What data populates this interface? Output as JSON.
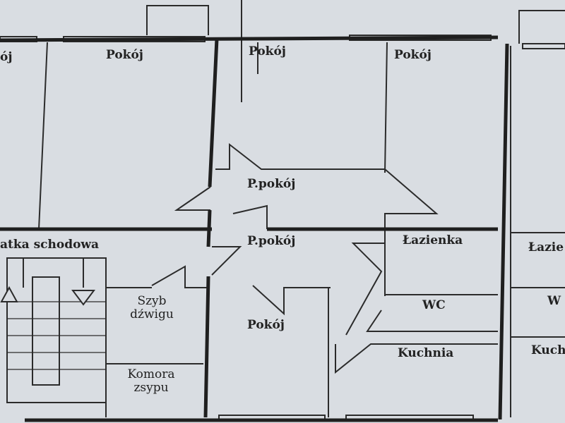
{
  "floor_plan": {
    "paper_color": "#d9dde2",
    "line_color": "#2b2b2b",
    "labels": {
      "pokoj_left_cut": "ój",
      "pokoj_1": "Pokój",
      "pokoj_2": "Pokój",
      "pokoj_3": "Pokój",
      "ppokoj_upper": "P.pokój",
      "klatka": "atka schodowa",
      "ppokoj_lower": "P.pokój",
      "lazienka": "Łazienka",
      "szyb_line1": "Szyb",
      "szyb_line2": "dźwigu",
      "pokoj_4": "Pokój",
      "wc": "WC",
      "kuchnia": "Kuchnia",
      "komora_line1": "Komora",
      "komora_line2": "zsypu",
      "lazienka_right_cut": "Łazie",
      "wc_right_cut": "W",
      "kuchnia_right_cut": "Kuch"
    }
  }
}
